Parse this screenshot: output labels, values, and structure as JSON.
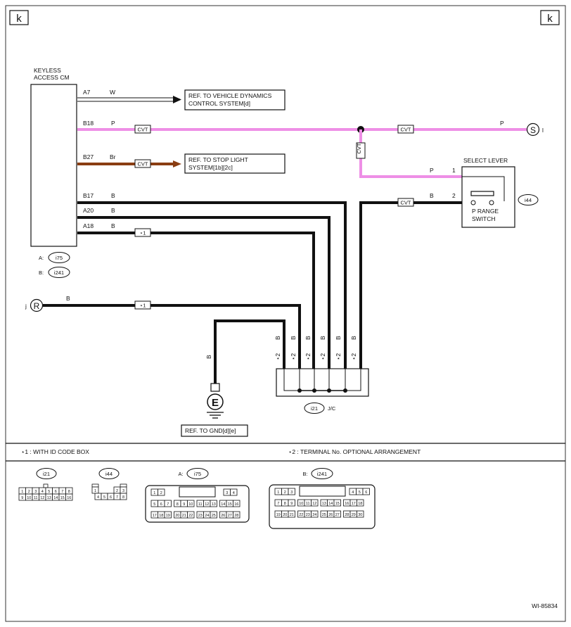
{
  "corner_marks": {
    "left": "k",
    "right": "k"
  },
  "keyless_cm": {
    "title_line1": "KEYLESS",
    "title_line2": "ACCESS CM",
    "connector_a": "i75",
    "connector_b": "i241",
    "prefix_a": "A:",
    "prefix_b": "B:"
  },
  "wires": [
    {
      "pin": "A7",
      "color": "W"
    },
    {
      "pin": "B18",
      "color": "P"
    },
    {
      "pin": "B27",
      "color": "Br"
    },
    {
      "pin": "B17",
      "color": "B"
    },
    {
      "pin": "A20",
      "color": "B"
    },
    {
      "pin": "A18",
      "color": "B"
    }
  ],
  "refs": {
    "vdc_line1": "REF. TO VEHICLE DYNAMICS",
    "vdc_line2": "CONTROL SYSTEM[d]",
    "stop_line1": "REF. TO STOP LIGHT",
    "stop_line2": "SYSTEM[1b][2c]",
    "gnd": "REF. TO GND[d][e]"
  },
  "labels": {
    "cvt": "CVT",
    "star1": "⋆1",
    "star2": "⋆2",
    "wire_p": "P",
    "wire_b": "B"
  },
  "connectors_off": {
    "s_letter": "S",
    "s_dest": "l",
    "r_letter": "R",
    "r_dest": "j",
    "e_letter": "E"
  },
  "select_lever": {
    "title": "SELECT LEVER",
    "pin1": "1",
    "pin2": "2",
    "switch_line1": "P RANGE",
    "switch_line2": "SWITCH",
    "connector": "i44"
  },
  "jc": {
    "connector": "i21",
    "label": "J/C"
  },
  "notes": {
    "note1": "⋆1  : WITH ID CODE BOX",
    "note2": "⋆2  : TERMINAL No. OPTIONAL ARRANGEMENT"
  },
  "connector_views": {
    "i21": {
      "name": "i21",
      "row1": [
        "1",
        "2",
        "3",
        "4",
        "5",
        "6",
        "7",
        "8"
      ],
      "row2": [
        "9",
        "10",
        "11",
        "12",
        "13",
        "14",
        "15",
        "16"
      ]
    },
    "i44": {
      "name": "i44",
      "row1": [
        "1",
        "2",
        "3"
      ],
      "row2": [
        "4",
        "5",
        "6",
        "7",
        "8"
      ]
    },
    "i75": {
      "prefix": "A:",
      "name": "i75",
      "row1a": [
        "1",
        "2"
      ],
      "row1b": [
        "3",
        "4"
      ],
      "row2": [
        "5",
        "6",
        "7",
        "8",
        "9",
        "10",
        "11",
        "12",
        "13",
        "14",
        "15",
        "16"
      ],
      "row3": [
        "17",
        "18",
        "19",
        "20",
        "21",
        "22",
        "23",
        "24",
        "25",
        "26",
        "27",
        "28"
      ]
    },
    "i241": {
      "prefix": "B:",
      "name": "i241",
      "row1a": [
        "1",
        "2",
        "3"
      ],
      "row1b": [
        "4",
        "5",
        "6"
      ],
      "row2": [
        "7",
        "8",
        "9",
        "10",
        "11",
        "12",
        "13",
        "14",
        "15",
        "16",
        "17",
        "18"
      ],
      "row3": [
        "19",
        "20",
        "21",
        "22",
        "23",
        "24",
        "25",
        "26",
        "27",
        "28",
        "29",
        "30"
      ]
    }
  },
  "figure_id": "WI-85834",
  "colors": {
    "pink": "#ee8fe6",
    "brown": "#8a3d12",
    "black": "#111111"
  }
}
